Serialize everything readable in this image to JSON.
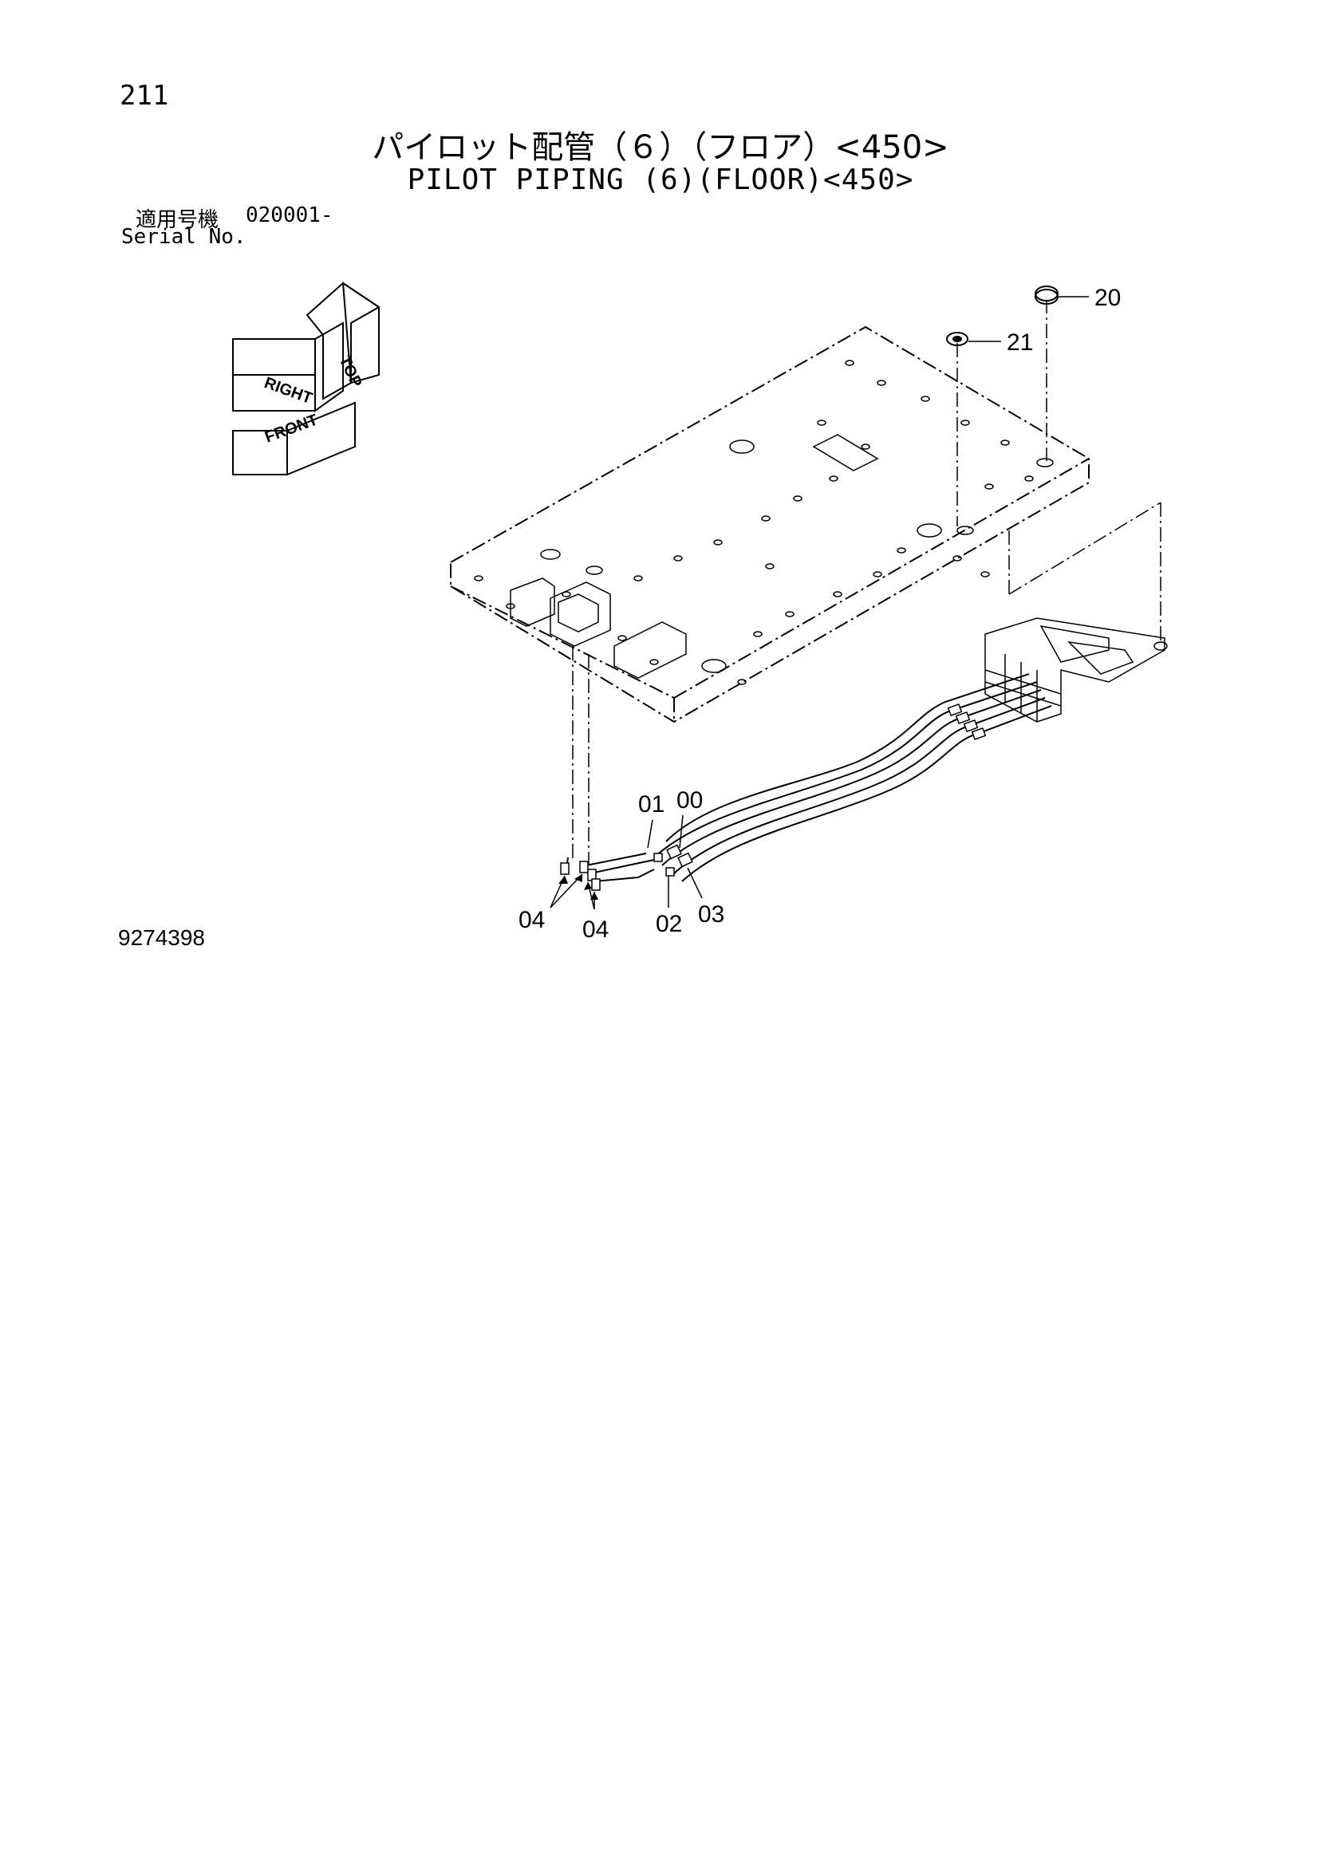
{
  "header": {
    "page_number": "211",
    "title_jp": "パイロット配管（６）（フロア）<450>",
    "title_en": "PILOT PIPING (6)(FLOOR)<450>"
  },
  "serial": {
    "label_jp": "適用号機",
    "value": "020001-",
    "label_en": "Serial No."
  },
  "orientation": {
    "top": "TOP",
    "right": "RIGHT",
    "front": "FRONT"
  },
  "callouts": {
    "c20": "20",
    "c21": "21",
    "c01": "01",
    "c00": "00",
    "c02": "02",
    "c03": "03",
    "c04a": "04",
    "c04b": "04"
  },
  "footer": {
    "drawing_number": "9274398"
  }
}
